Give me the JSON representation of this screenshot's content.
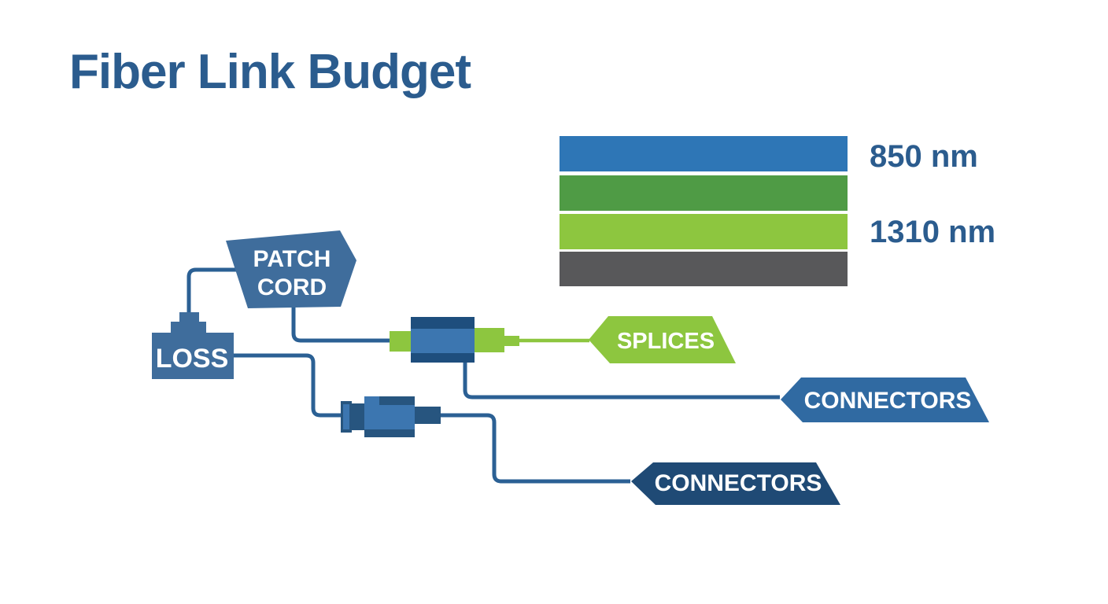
{
  "title": "Fiber Link Budget",
  "chart_data": {
    "type": "bar",
    "orientation": "horizontal",
    "title": "",
    "note": "four equal-length wavelength color bands stacked vertically, labels beside first and third band",
    "bars": [
      {
        "id": "band-850nm",
        "color": "#2e76b6",
        "label": "850 nm",
        "relative_length": 1
      },
      {
        "id": "band-green-dark",
        "color": "#4f9b45",
        "label": "",
        "relative_length": 1
      },
      {
        "id": "band-1310nm",
        "color": "#8dc63f",
        "label": "1310 nm",
        "relative_length": 1
      },
      {
        "id": "band-gray",
        "color": "#58585a",
        "label": "",
        "relative_length": 1
      }
    ]
  },
  "diagram": {
    "patch_cord": {
      "line1": "PATCH",
      "line2": "CORD",
      "color": "#3f6d9c"
    },
    "loss": {
      "label": "LOSS",
      "color": "#3f6d9c"
    },
    "splices": {
      "label": "SPLICES",
      "color": "#8dc63f"
    },
    "connectors_top": {
      "label": "CONNECTORS",
      "color": "#306aa2"
    },
    "connectors_bottom": {
      "label": "CONNECTORS",
      "color": "#1f4a75"
    }
  },
  "colors": {
    "text_blue": "#2b5c8e",
    "line_blue": "#2b6094",
    "line_green": "#8dc63f"
  }
}
